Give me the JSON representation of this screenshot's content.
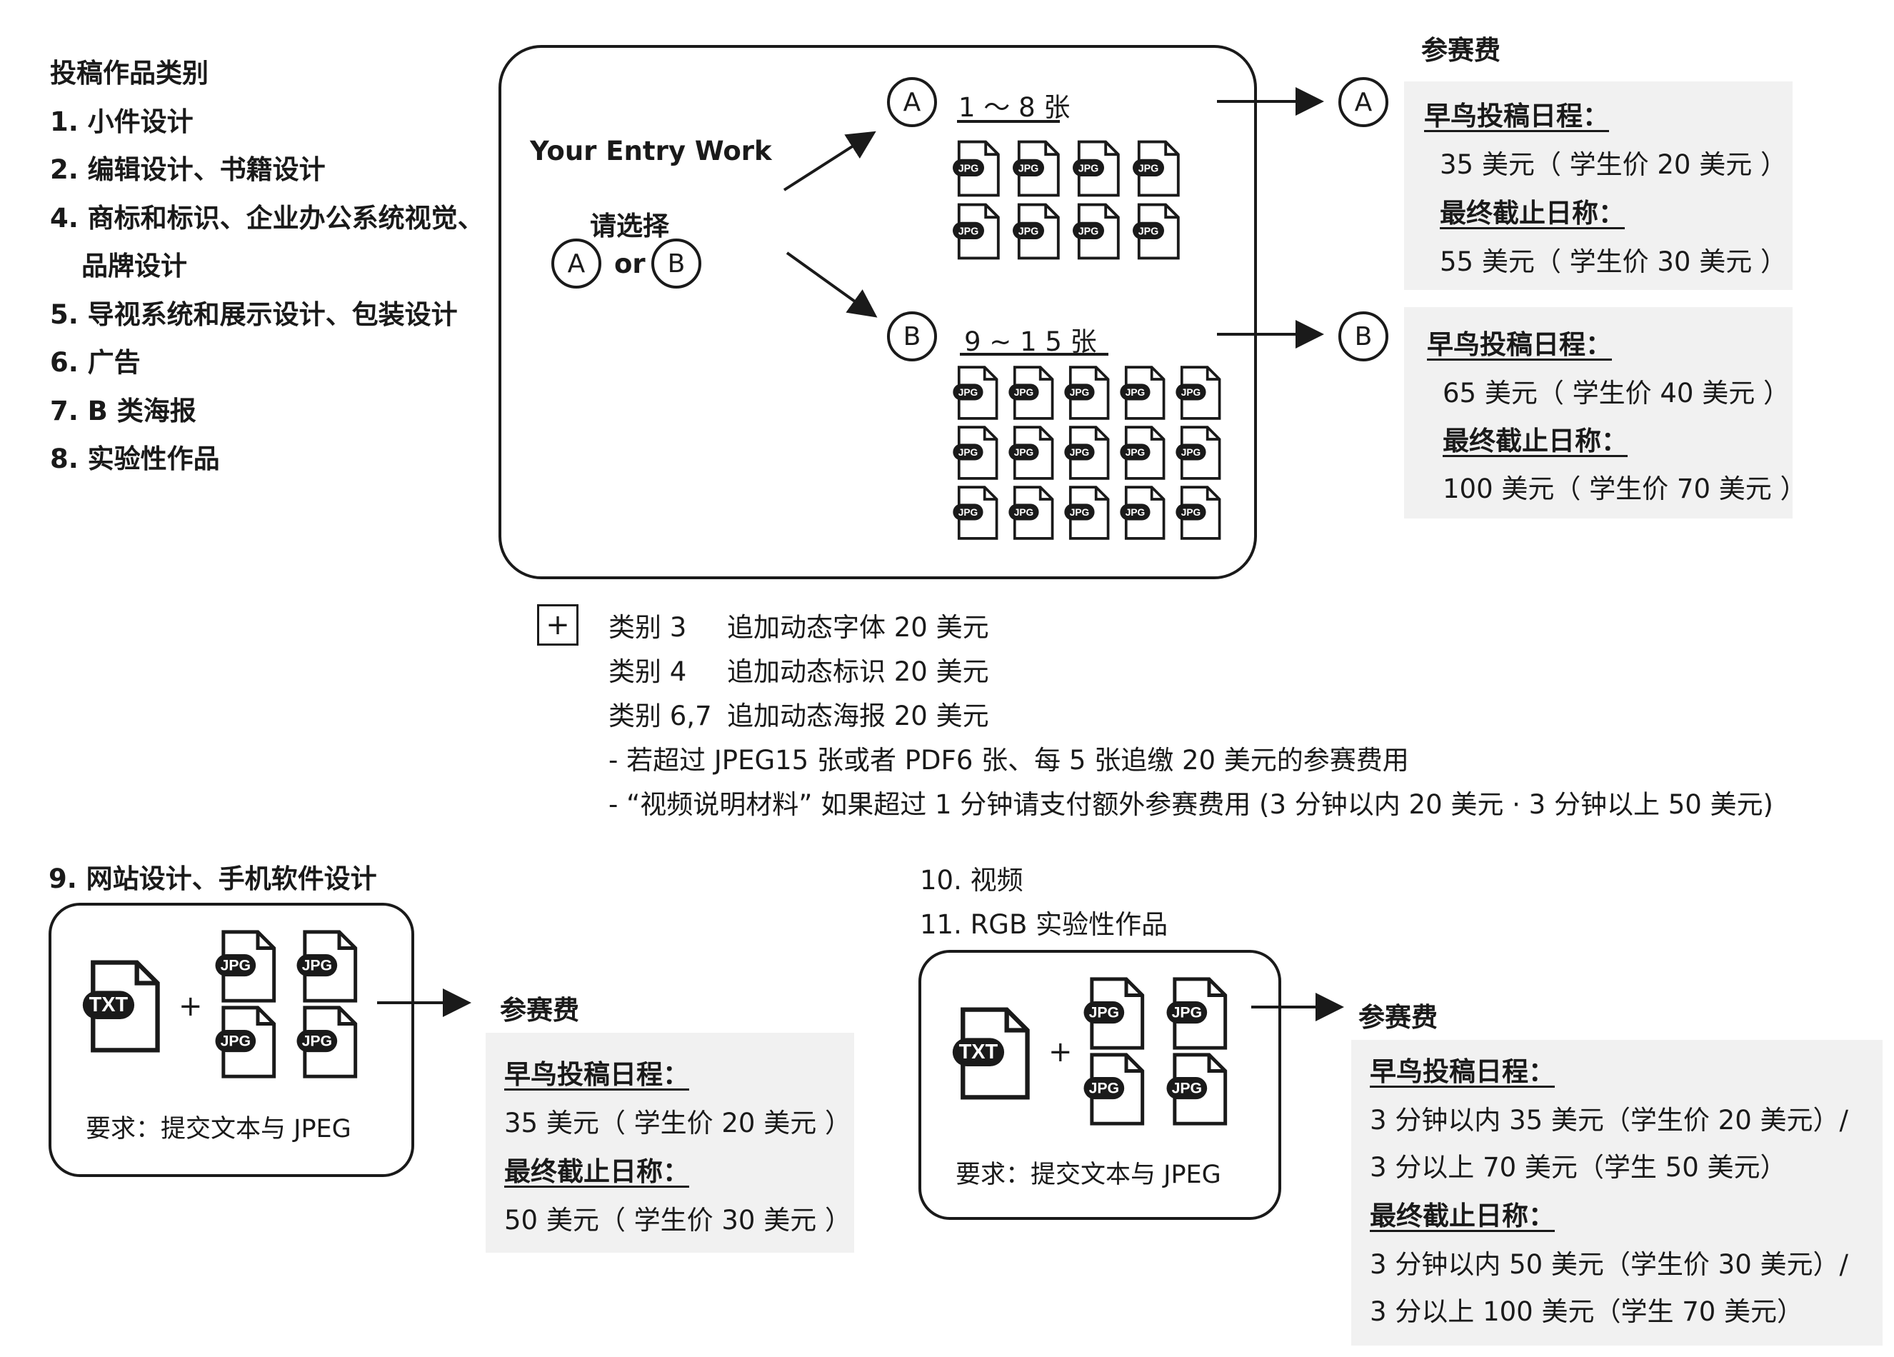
{
  "left_list": {
    "title": "投稿作品类别",
    "items": [
      "1. 小件设计",
      "2. 编辑设计、书籍设计",
      "4. 商标和标识、企业办公系统视觉、",
      "品牌设计",
      "5. 导视系统和展示设计、包装设计",
      "6. 广告",
      "7. B 类海报",
      "8. 实验性作品"
    ]
  },
  "entry_box": {
    "title": "Your Entry Work",
    "choose": "请选择",
    "option_a": "A",
    "or": "or",
    "option_b": "B"
  },
  "option_a": {
    "label": "A",
    "count": "1 ～ 8 张",
    "file_type": "JPG"
  },
  "option_b": {
    "label": "B",
    "count": "9 ~ 1 5 张",
    "file_type": "JPG"
  },
  "fees_title": "参赛费",
  "fee_a": {
    "label": "A",
    "early_label": "早鸟投稿日程：",
    "early_value": "35 美元（ 学生价 20 美元 ）",
    "final_label": "最终截止日称：",
    "final_value": "55 美元（ 学生价 30 美元 ）"
  },
  "fee_b": {
    "label": "B",
    "early_label": "早鸟投稿日程：",
    "early_value": "65 美元（ 学生价 40 美元 ）",
    "final_label": "最终截止日称：",
    "final_value": "100 美元（ 学生价 70 美元 ）"
  },
  "extras": {
    "plus": "+",
    "rows": [
      {
        "cat": "类别 3",
        "desc": "追加动态字体 20 美元"
      },
      {
        "cat": "类别 4",
        "desc": "追加动态标识 20 美元"
      },
      {
        "cat": "类别 6,7",
        "desc": "追加动态海报 20 美元"
      }
    ],
    "note1": "- 若超过 JPEG15 张或者 PDF6 张、每 5 张追缴 20 美元的参赛费用",
    "note2": "- “视频说明材料” 如果超过 1 分钟请支付额外参赛费用 (3 分钟以内 20 美元 · 3 分钟以上 50 美元)"
  },
  "section9": {
    "title": "9. 网站设计、手机软件设计",
    "txt": "TXT",
    "jpg": "JPG",
    "plus": "+",
    "requirement": "要求：提交文本与 JPEG",
    "fees_title": "参赛费",
    "early_label": "早鸟投稿日程：",
    "early_value": "35 美元（ 学生价 20 美元 ）",
    "final_label": "最终截止日称：",
    "final_value": "50 美元（ 学生价 30 美元 ）"
  },
  "section10": {
    "title1": "10. 视频",
    "title2": "11. RGB 实验性作品",
    "txt": "TXT",
    "jpg": "JPG",
    "plus": "+",
    "requirement": "要求：提交文本与 JPEG",
    "fees_title": "参赛费",
    "early_label": "早鸟投稿日程：",
    "early_value1": "3 分钟以内 35 美元（学生价 20 美元）/",
    "early_value2": "3 分以上 70 美元（学生 50 美元）",
    "final_label": "最终截止日称：",
    "final_value1": "3 分钟以内 50 美元（学生价 30 美元）/",
    "final_value2": "3 分以上 100 美元（学生 70 美元）"
  }
}
